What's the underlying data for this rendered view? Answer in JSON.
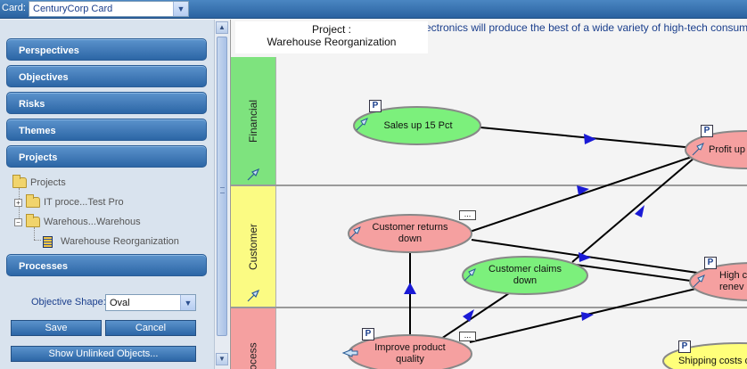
{
  "topbar": {
    "card_label": "Card:",
    "card_value": "CenturyCorp Card"
  },
  "sidebar": {
    "panels": {
      "perspectives": "Perspectives",
      "objectives": "Objectives",
      "risks": "Risks",
      "themes": "Themes",
      "projects": "Projects",
      "processes": "Processes"
    },
    "tree": {
      "root": "Projects",
      "item1": "IT proce...Test Pro",
      "item2": "Warehous...Warehous",
      "item2_child": "Warehouse Reorganization"
    },
    "objective_shape_label": "Objective Shape:",
    "objective_shape_value": "Oval",
    "save_label": "Save",
    "cancel_label": "Cancel",
    "show_unlinked_label": "Show Unlinked Objects..."
  },
  "canvas": {
    "mission_text": "ectronics will produce the best of a wide variety of high-tech consum",
    "project_line1": "Project :",
    "project_line2": "Warehouse Reorganization",
    "lanes": {
      "financial": "Financial",
      "customer": "Customer",
      "process": "Process"
    },
    "lane_colors": {
      "financial": "#7ee37e",
      "customer": "#fbfb83",
      "process": "#f5a0a0"
    },
    "objectives": {
      "sales": "Sales up 15 Pct",
      "profit": "Profit up",
      "returns_1": "Customer returns",
      "returns_2": "down",
      "claims_1": "Customer claims",
      "claims_2": "down",
      "high_1": "High c",
      "high_2": "renev",
      "improve_1": "Improve product",
      "improve_2": "quality",
      "shipping": "Shipping costs d"
    },
    "badge_p": "P",
    "dots_label": "..."
  }
}
